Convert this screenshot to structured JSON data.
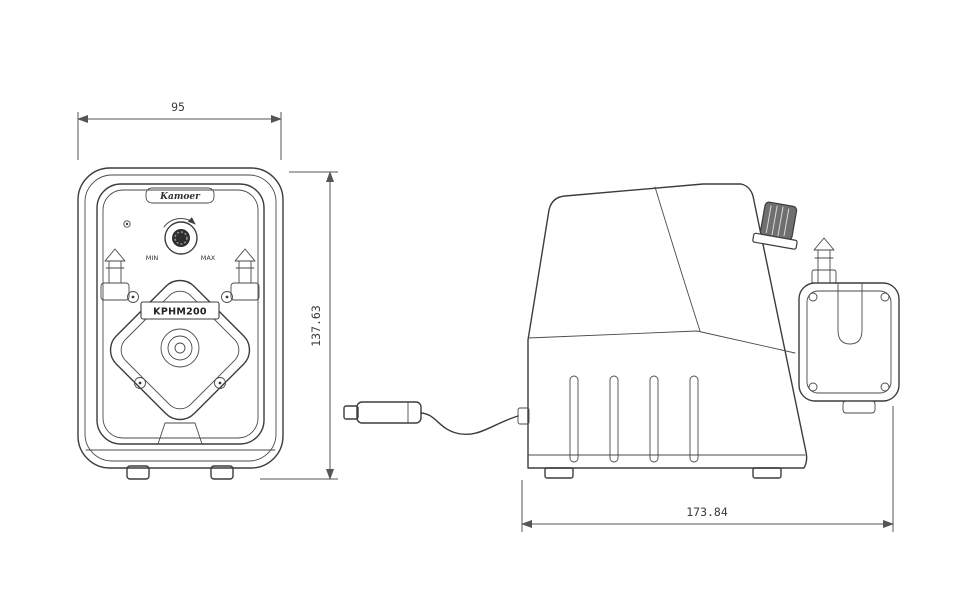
{
  "drawing": {
    "line_color": "#3c3c3c",
    "dim_color": "#555555",
    "front_view": {
      "brand": "Kamoer",
      "model": "KPHM200",
      "min_label": "MIN",
      "max_label": "MAX",
      "width_dim": "95",
      "height_dim": "137.63"
    },
    "side_view": {
      "depth_dim": "173.84"
    }
  }
}
